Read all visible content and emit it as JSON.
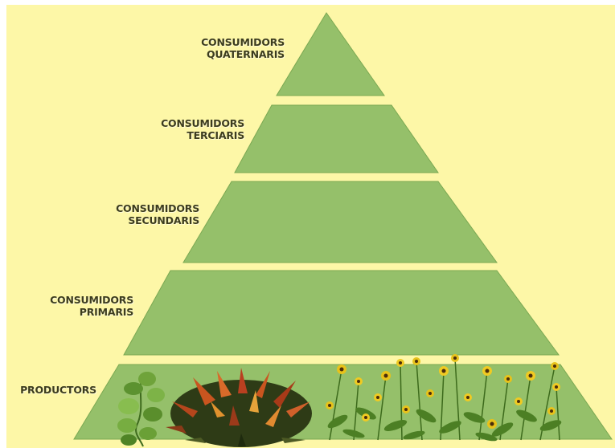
{
  "colors": {
    "background": "#fdf7a7",
    "level_fill": "#95c06a",
    "level_stroke": "#7aa852",
    "label_text": "#3c3c1e"
  },
  "levels": [
    {
      "name": "quaternary",
      "line1": "CONSUMIDORS",
      "line2": "QUATERNARIS"
    },
    {
      "name": "tertiary",
      "line1": "CONSUMIDORS",
      "line2": "TERCIARIS"
    },
    {
      "name": "secondary",
      "line1": "CONSUMIDORS",
      "line2": "SECUNDARIS"
    },
    {
      "name": "primary",
      "line1": "CONSUMIDORS",
      "line2": "PRIMARIS"
    },
    {
      "name": "producers",
      "line1": "PRODUCTORS"
    }
  ],
  "producer_images": [
    "vine-plant-image",
    "red-leaf-shrub-image",
    "yellow-flowers-image"
  ]
}
